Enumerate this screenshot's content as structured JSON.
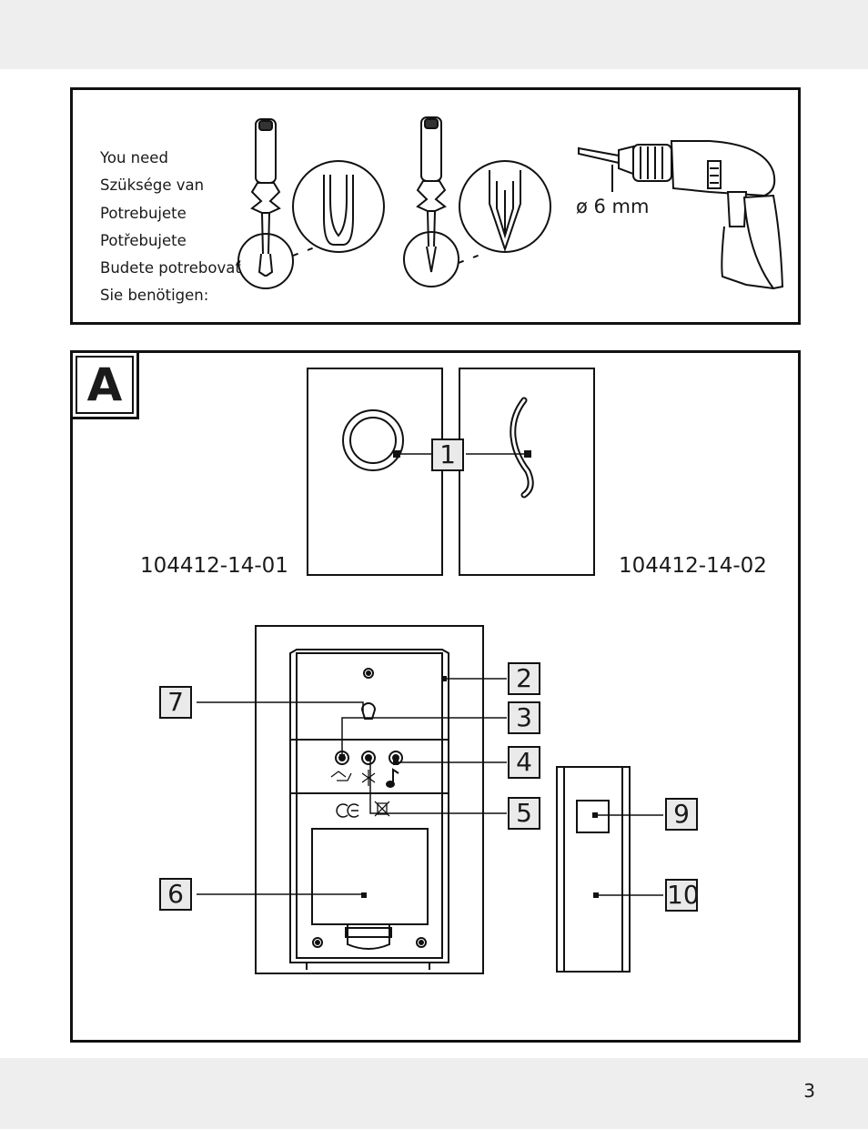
{
  "tools": {
    "need_labels": [
      "You need",
      "Szüksége van",
      "Potrebujete",
      "Potřebujete",
      "Budete potrebovať",
      "Sie benötigen:"
    ],
    "drill_size": "ø 6 mm",
    "icons": [
      "flat-screwdriver-icon",
      "phillips-screwdriver-icon",
      "drill-icon"
    ]
  },
  "figure": {
    "label": "A",
    "models": [
      "104412-14-01",
      "104412-14-02"
    ],
    "callouts": [
      "1",
      "2",
      "3",
      "4",
      "5",
      "6",
      "7",
      "9",
      "10"
    ]
  },
  "page_number": "3"
}
